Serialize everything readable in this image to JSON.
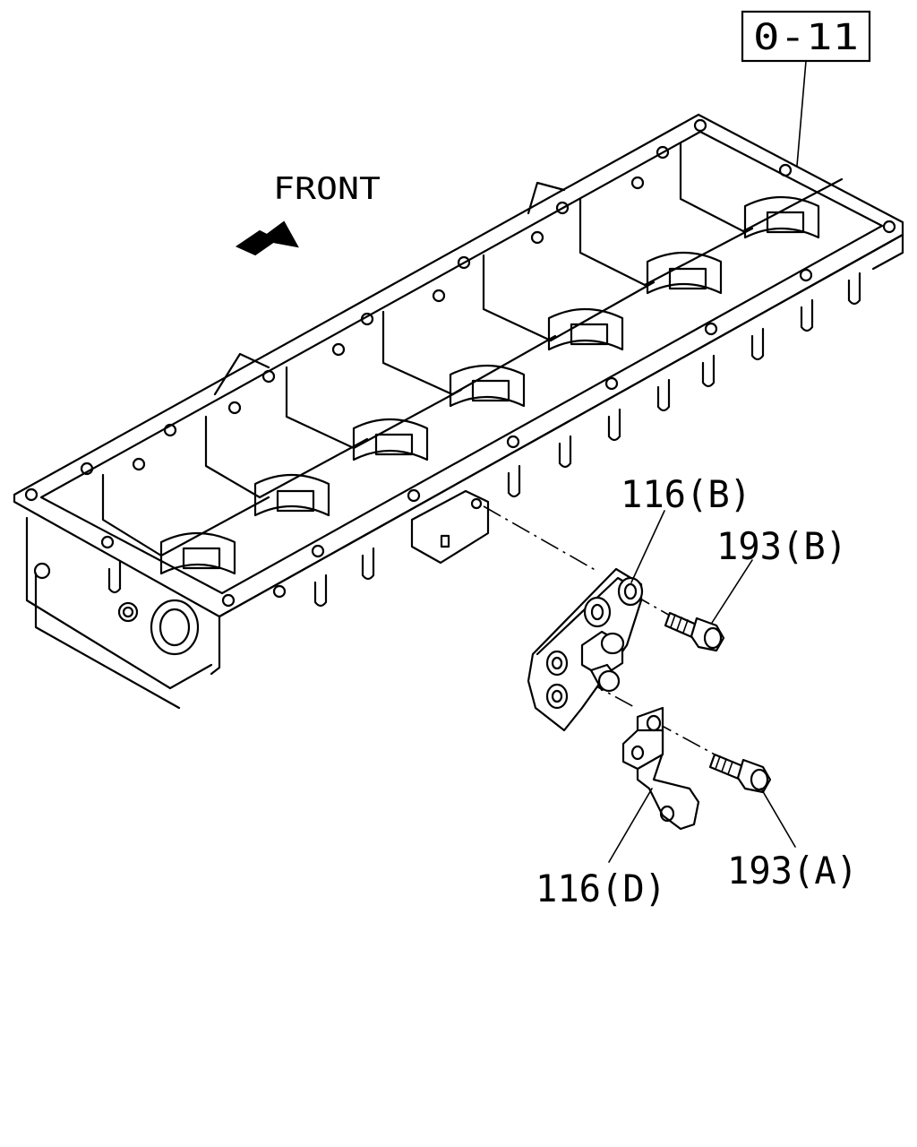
{
  "reference_box": "0-11",
  "direction_label": "FRONT",
  "callouts": {
    "bracket_116b": "116(B)",
    "bolt_193b": "193(B)",
    "bolt_193a": "193(A)",
    "bracket_116d": "116(D)"
  },
  "icons": {
    "direction": "front-arrow-icon"
  }
}
